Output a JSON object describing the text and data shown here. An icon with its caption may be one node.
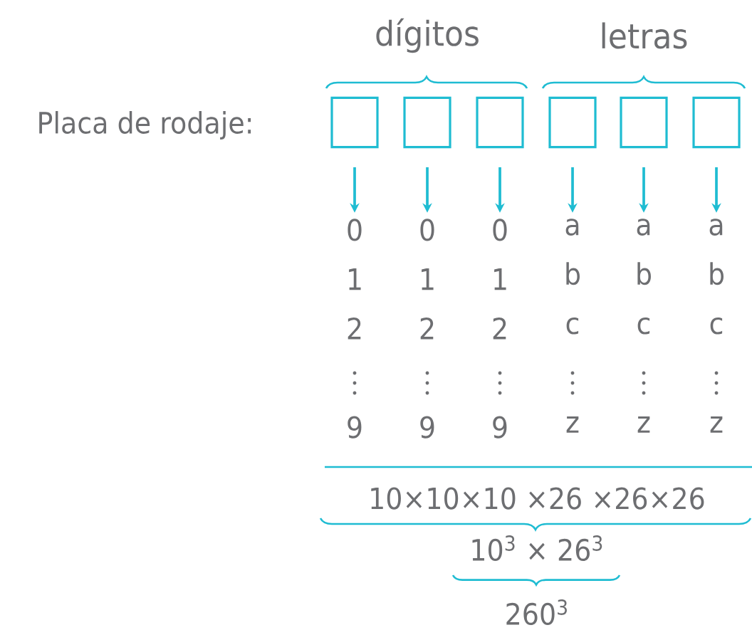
{
  "diagram": {
    "nodes": [
      {
        "text": [],
        "shape": "box"
      },
      {
        "text": [],
        "shape": "box"
      },
      {
        "text": [],
        "shape": "box"
      },
      {
        "text": [],
        "shape": "box"
      },
      {
        "text": [],
        "shape": "box"
      },
      {
        "text": [],
        "shape": "box"
      },
      {
        "text": [
          "0",
          "1",
          "2",
          "9"
        ]
      },
      {
        "text": [
          "0",
          "1",
          "2",
          "9"
        ]
      },
      {
        "text": [
          "0",
          "1",
          "2",
          "9"
        ]
      },
      {
        "text": [
          "a",
          "b",
          "c",
          "z"
        ]
      },
      {
        "text": [
          "a",
          "b",
          "c",
          "z"
        ]
      },
      {
        "text": [
          "a",
          "b",
          "c",
          "z"
        ]
      }
    ],
    "edges": [
      {
        "from": 0,
        "to": 6,
        "arrow": "to"
      },
      {
        "from": 1,
        "to": 7,
        "arrow": "to"
      },
      {
        "from": 2,
        "to": 8,
        "arrow": "to"
      },
      {
        "from": 3,
        "to": 9,
        "arrow": "to"
      },
      {
        "from": 4,
        "to": 10,
        "arrow": "to"
      },
      {
        "from": 5,
        "to": 11,
        "arrow": "to"
      }
    ],
    "labels": [
      "dígitos",
      "letras",
      "Placa de rodaje:",
      "10×10×10 ×26 ×26×26",
      "10$^{3}$ × 26$^{3}$",
      "260$^{3}$"
    ]
  }
}
